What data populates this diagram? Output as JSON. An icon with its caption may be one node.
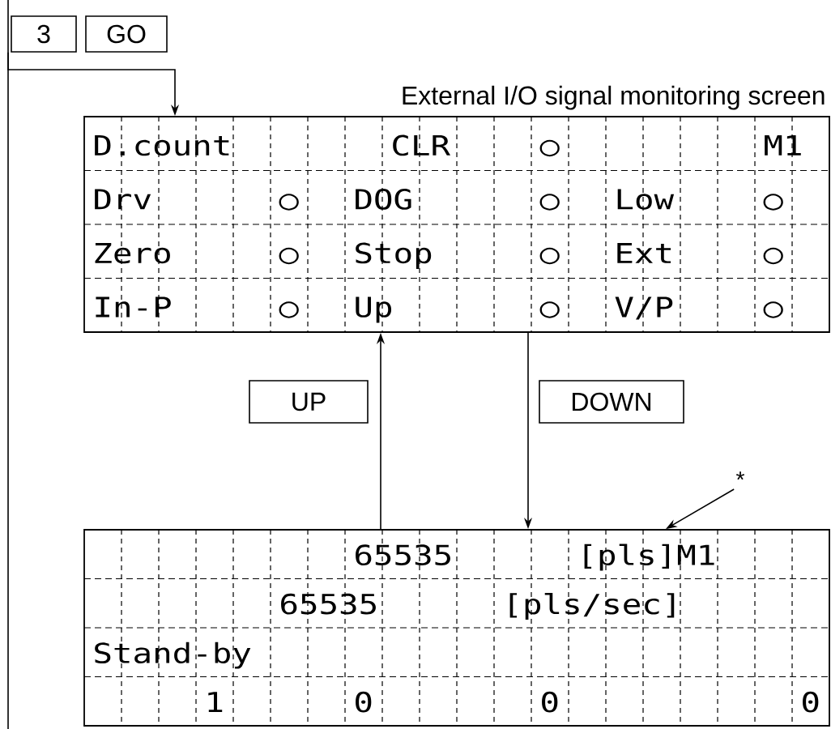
{
  "diagram": {
    "nodes": [
      {
        "text": [
          "3"
        ]
      },
      {
        "text": [
          "GO"
        ]
      },
      {
        "text": [
          "External I/O signal monitoring screen",
          "D.count",
          "CLR",
          "○",
          "M1",
          "Drv",
          "○",
          "DOG",
          "○",
          "Low",
          "○",
          "Zero",
          "○",
          "Stop",
          "○",
          "Ext",
          "○",
          "In-P",
          "○",
          "Up",
          "○",
          "V/P",
          "○"
        ]
      },
      {
        "text": [
          "UP"
        ]
      },
      {
        "text": [
          "DOWN"
        ]
      },
      {
        "text": [
          "65535",
          "[pls]M1",
          "65535",
          "[pls/sec]",
          "Stand-by",
          "1",
          "0",
          "0",
          "0"
        ]
      },
      {
        "text": [
          "*"
        ]
      }
    ],
    "edges": [
      {
        "from": 0,
        "to": 2,
        "arrow": "to"
      },
      {
        "from": 5,
        "to": 2,
        "arrow": "to"
      },
      {
        "from": 2,
        "to": 5,
        "arrow": "to"
      },
      {
        "from": 6,
        "to": 5,
        "arrow": "to"
      }
    ]
  }
}
